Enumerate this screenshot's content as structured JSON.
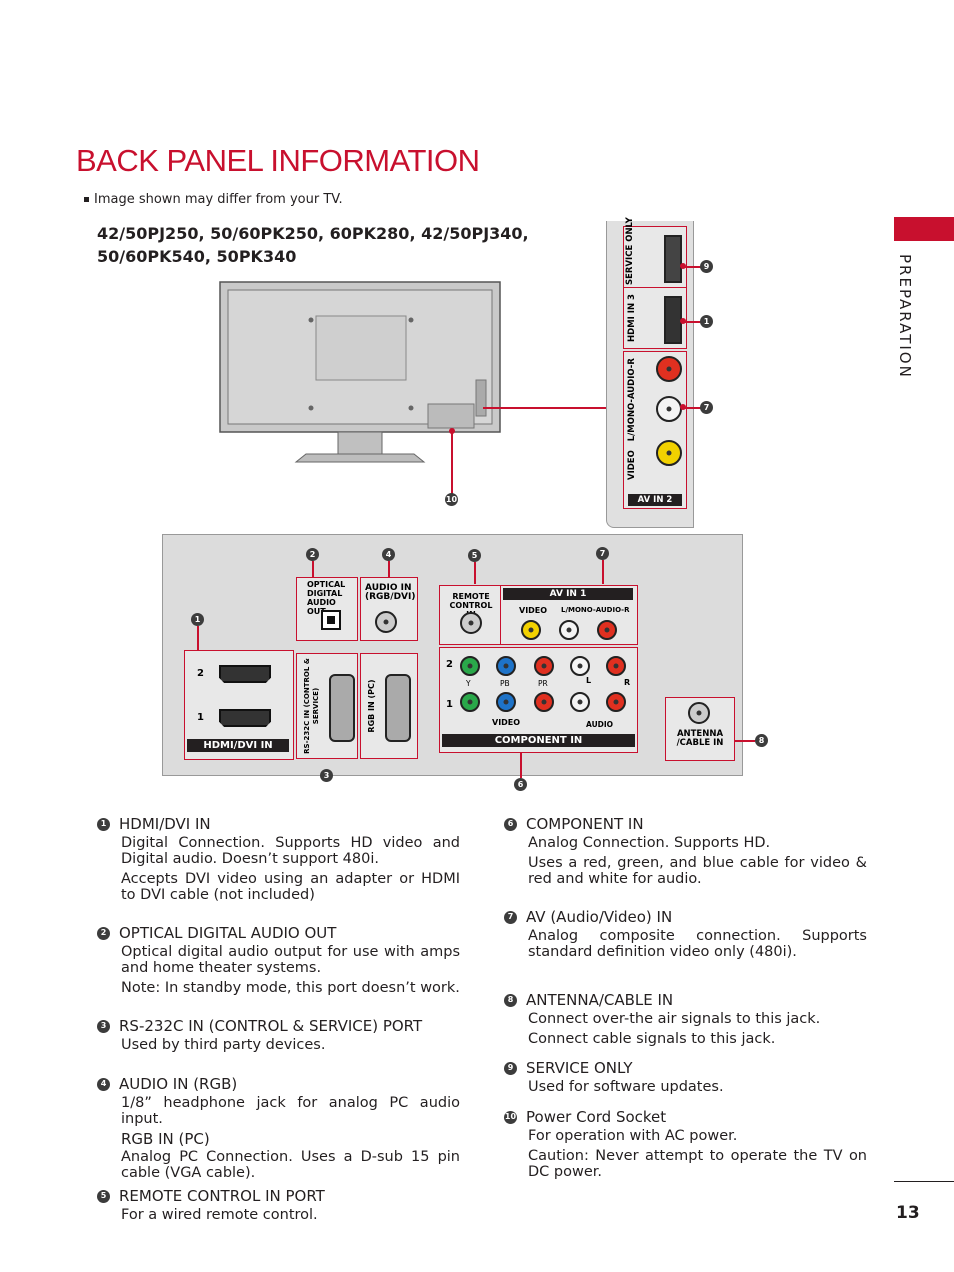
{
  "page": {
    "title": "BACK PANEL INFORMATION",
    "note": "Image shown may differ from your TV.",
    "models_line1": "42/50PJ250, 50/60PK250, 60PK280, 42/50PJ340,",
    "models_line2": "50/60PK540, 50PK340",
    "section_label": "PREPARATION",
    "page_number": "13"
  },
  "side_panel": {
    "service_only": "SERVICE ONLY",
    "hdmi_in_3": "HDMI IN 3",
    "audio_label": "L/MONO-AUDIO-R",
    "video_label": "VIDEO",
    "av_in_2": "AV IN 2"
  },
  "panel": {
    "hdmi_dvi_in": "HDMI/DVI IN",
    "hdmi_2": "2",
    "hdmi_1": "1",
    "optical": "OPTICAL DIGITAL AUDIO OUT",
    "audio_in": "AUDIO IN (RGB/DVI)",
    "rs232": "RS-232C IN (CONTROL & SERVICE)",
    "rgb_in": "RGB IN (PC)",
    "remote": "REMOTE CONTROL IN",
    "av_in_1": "AV IN 1",
    "av_video": "VIDEO",
    "av_audio": "L/MONO-AUDIO-R",
    "comp_2": "2",
    "comp_1": "1",
    "comp_y": "Y",
    "comp_pb": "PB",
    "comp_pr": "PR",
    "comp_l": "L",
    "comp_r": "R",
    "comp_video": "VIDEO",
    "comp_audio": "AUDIO",
    "component_in": "COMPONENT IN",
    "antenna": "ANTENNA /CABLE IN"
  },
  "markers": [
    "1",
    "2",
    "3",
    "4",
    "5",
    "6",
    "7",
    "8",
    "9",
    "10"
  ],
  "items": [
    {
      "num": "1",
      "title": "HDMI/DVI IN",
      "lines": [
        "Digital Connection. Supports HD video and Digital audio. Doesn’t support 480i.",
        "Accepts DVI video using an adapter or HDMI to DVI cable (not included)"
      ]
    },
    {
      "num": "2",
      "title": "OPTICAL DIGITAL AUDIO OUT",
      "lines": [
        "Optical digital audio output for use with amps and home theater systems.",
        "Note: In standby mode, this port doesn’t work."
      ]
    },
    {
      "num": "3",
      "title": "RS-232C IN (CONTROL & SERVICE) PORT",
      "lines": [
        "Used by third party devices."
      ]
    },
    {
      "num": "4",
      "title": "AUDIO IN (RGB)",
      "lines": [
        "1/8” headphone jack for analog PC audio input."
      ],
      "subtitle": "RGB IN (PC)",
      "sublines": [
        "Analog PC Connection. Uses a D-sub 15 pin cable (VGA cable)."
      ]
    },
    {
      "num": "5",
      "title": "REMOTE CONTROL IN PORT",
      "lines": [
        "For a wired remote control."
      ]
    },
    {
      "num": "6",
      "title": "COMPONENT IN",
      "lines": [
        "Analog Connection. Supports HD.",
        "Uses a red, green, and blue cable for video & red and white for audio."
      ]
    },
    {
      "num": "7",
      "title": "AV (Audio/Video) IN",
      "lines": [
        "Analog composite connection. Supports standard definition video only (480i)."
      ]
    },
    {
      "num": "8",
      "title": "ANTENNA/CABLE IN",
      "lines": [
        "Connect over-the air signals to this jack.",
        "Connect cable signals to this jack."
      ]
    },
    {
      "num": "9",
      "title": "SERVICE ONLY",
      "lines": [
        "Used for software updates."
      ]
    },
    {
      "num": "10",
      "title": "Power Cord Socket",
      "lines": [
        "For operation with AC power.",
        "Caution: Never attempt to operate the TV on DC power."
      ]
    }
  ]
}
